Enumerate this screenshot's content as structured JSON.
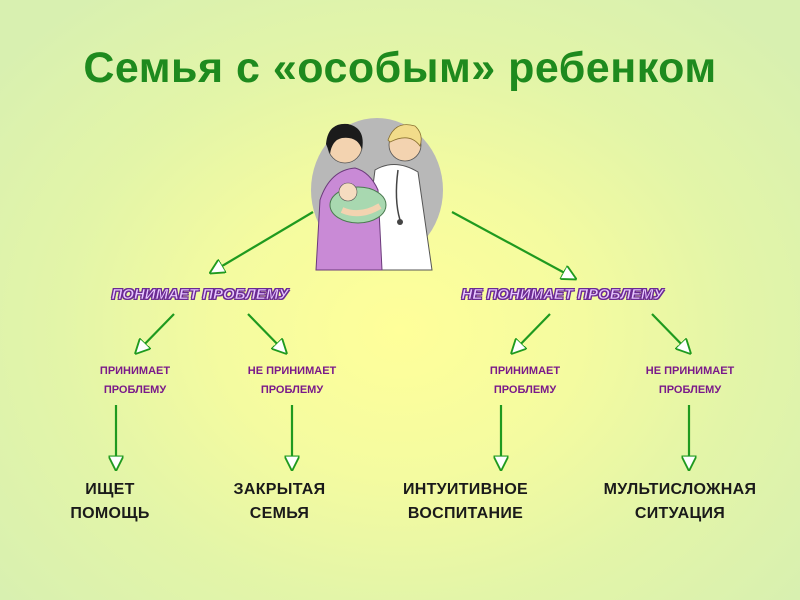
{
  "title": "Семья с «особым» ребенком",
  "colors": {
    "arrow": "#1f9a1f",
    "title": "#1e8a1e",
    "level1": "#6a2a92",
    "level2": "#7a1a8a"
  },
  "level1": {
    "left": "ПОНИМАЕТ ПРОБЛЕМУ",
    "right": "НЕ ПОНИМАЕТ ПРОБЛЕМУ"
  },
  "level2": [
    {
      "line1": "ПРИНИМАЕТ",
      "line2": "ПРОБЛЕМУ"
    },
    {
      "line1": "НЕ ПРИНИМАЕТ",
      "line2": "ПРОБЛЕМУ"
    },
    {
      "line1": "ПРИНИМАЕТ",
      "line2": "ПРОБЛЕМУ"
    },
    {
      "line1": "НЕ ПРИНИМАЕТ",
      "line2": "ПРОБЛЕМУ"
    }
  ],
  "outcomes": [
    {
      "line1": "ИЩЕТ",
      "line2": "ПОМОЩЬ"
    },
    {
      "line1": "ЗАКРЫТАЯ",
      "line2": "СЕМЬЯ"
    },
    {
      "line1": "ИНТУИТИВНОЕ",
      "line2": "ВОСПИТАНИЕ"
    },
    {
      "line1": "МУЛЬТИСЛОЖНАЯ",
      "line2": "СИТУАЦИЯ"
    }
  ]
}
